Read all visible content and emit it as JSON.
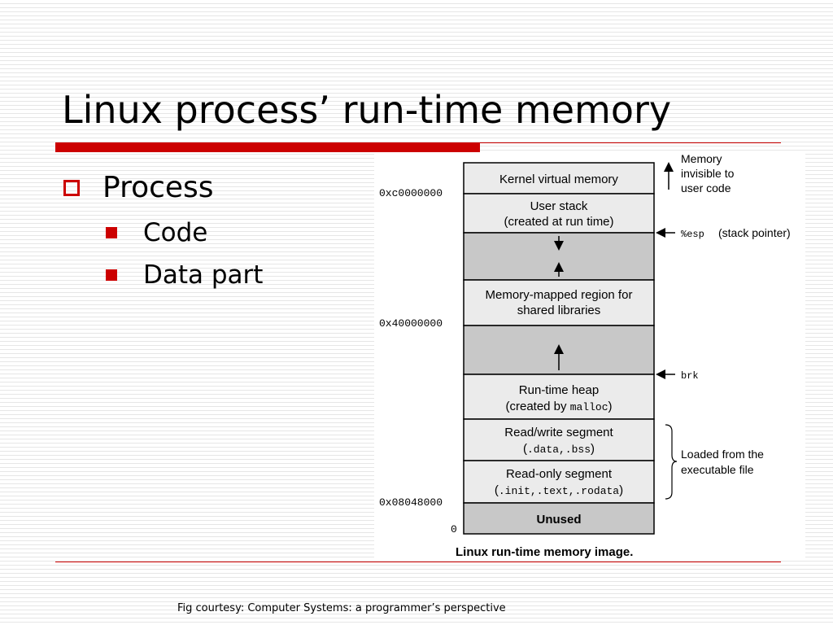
{
  "slide": {
    "title": "Linux process’ run-time memory",
    "bullets": {
      "level1": "Process",
      "level2": [
        "Code",
        "Data part"
      ]
    },
    "caption": "Fig courtesy: Computer Systems: a programmer’s perspective"
  },
  "figure": {
    "addresses": {
      "kernel": "0xc0000000",
      "mmap": "0x40000000",
      "text": "0x08048000",
      "zero": "0"
    },
    "blocks": {
      "kernel": "Kernel virtual memory",
      "stack_1": "User stack",
      "stack_2": "(created at run time)",
      "mmap_1": "Memory-mapped region for",
      "mmap_2": "shared libraries",
      "heap_1": "Run-time heap",
      "heap_2_prefix": "(created by ",
      "heap_2_code": "malloc",
      "heap_2_suffix": ")",
      "rw_1": "Read/write segment",
      "rw_2_open": "(",
      "rw_2_code": ".data,.bss",
      "rw_2_close": ")",
      "ro_1": "Read-only segment",
      "ro_2_open": "(",
      "ro_2_code": ".init,.text,.rodata",
      "ro_2_close": ")",
      "unused": "Unused"
    },
    "annotations": {
      "invisible_1": "Memory",
      "invisible_2": "invisible to",
      "invisible_3": "user code",
      "esp_code": "%esp",
      "esp_text": "(stack pointer)",
      "brk": "brk",
      "loaded_1": "Loaded from the",
      "loaded_2": "executable file"
    },
    "caption": "Linux run-time memory image."
  },
  "colors": {
    "accent": "#cc0000",
    "shaded_region": "#c8c8c8",
    "block_fill": "#ebebeb"
  }
}
